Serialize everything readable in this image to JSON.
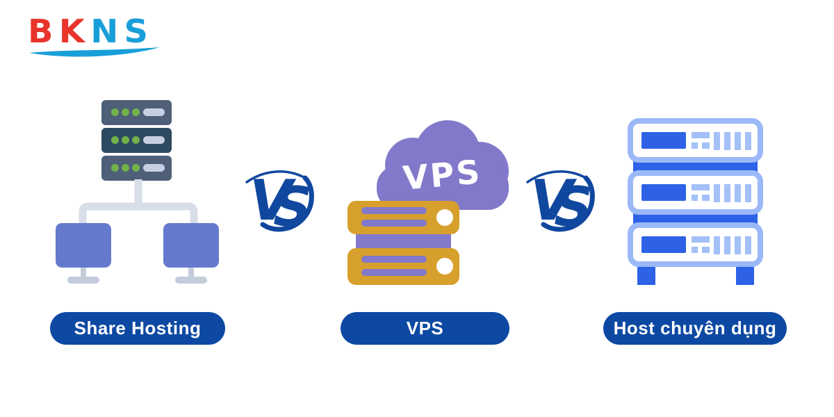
{
  "logo": {
    "bk": "BK",
    "ns": "NS"
  },
  "vs": {
    "v": "V",
    "s": "S"
  },
  "cloud": {
    "label": "VPS"
  },
  "labels": {
    "share_hosting": "Share Hosting",
    "vps": "VPS",
    "dedicated": "Host chuyên dụng"
  },
  "colors": {
    "logo_red": "#e8342b",
    "logo_blue": "#189fd9",
    "pill_blue": "#0d49a3",
    "vs_blue": "#10489f",
    "cloud_purple": "#8379ca",
    "server_gold": "#d7a02c",
    "rack_slate": "#4e5f77",
    "rack_slate_dark": "#2e4a60",
    "led_green": "#72b14b",
    "monitor_blue": "#6579cd",
    "connector_gray": "#d7dee8",
    "dedicated_blue": "#2d62e6",
    "dedicated_light_blue": "#9bb9f8",
    "background": "#ffffff"
  }
}
